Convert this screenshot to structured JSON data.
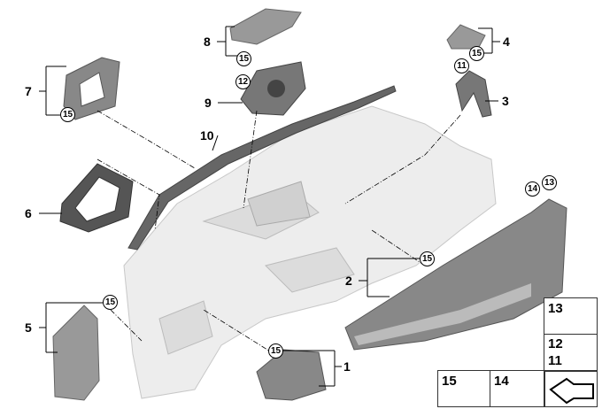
{
  "diagram": {
    "callouts": {
      "p1": "1",
      "p2": "2",
      "p3": "3",
      "p4": "4",
      "p5": "5",
      "p6": "6",
      "p7": "7",
      "p8": "8",
      "p9": "9",
      "p10": "10"
    },
    "circled": {
      "c8": "15",
      "c7": "15",
      "c4": "15",
      "c3": "11",
      "c9": "12",
      "c5": "15",
      "c2": "15",
      "c1": "15",
      "c14": "14",
      "c13": "13"
    },
    "legend": {
      "screw_a": "13",
      "screw_b1": "12",
      "screw_b2": "11",
      "clip": "15",
      "nut": "14"
    }
  }
}
